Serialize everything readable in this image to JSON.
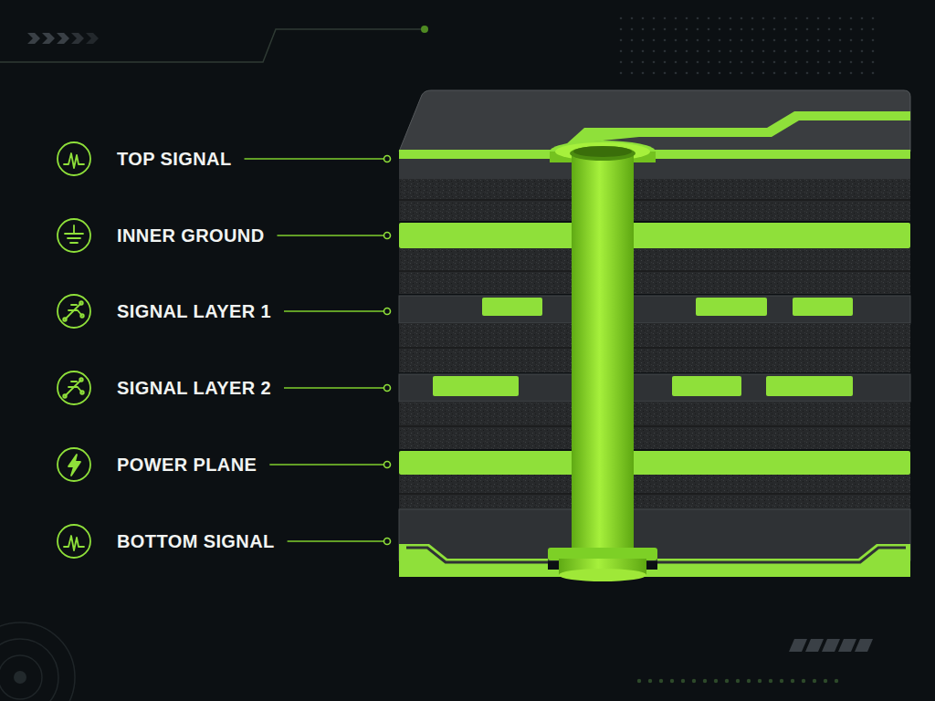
{
  "diagram": {
    "labels": [
      "TOP SIGNAL",
      "INNER GROUND",
      "SIGNAL LAYER 1",
      "SIGNAL LAYER 2",
      "POWER PLANE",
      "BOTTOM SIGNAL"
    ]
  }
}
